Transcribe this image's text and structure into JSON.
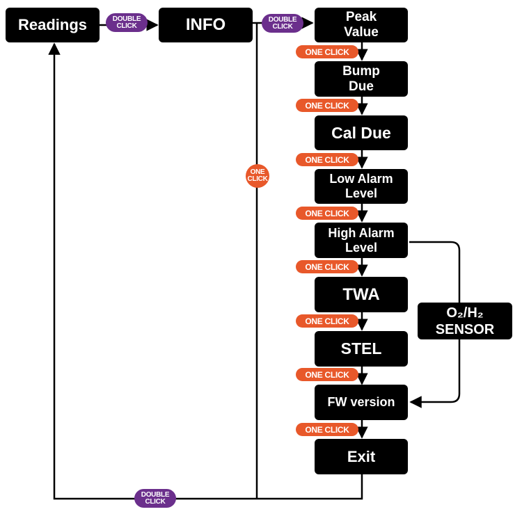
{
  "nodes": {
    "readings": "Readings",
    "info": "INFO",
    "peak": "Peak\nValue",
    "bump": "Bump\nDue",
    "cal": "Cal Due",
    "low": "Low Alarm\nLevel",
    "high": "High Alarm\nLevel",
    "twa": "TWA",
    "stel": "STEL",
    "fw": "FW version",
    "exit": "Exit",
    "sensor": "O₂/H₂\nSENSOR"
  },
  "labels": {
    "double_click": "DOUBLE\nCLICK",
    "one_click": "ONE CLICK",
    "one_click_stacked": "ONE\nCLICK"
  },
  "colors": {
    "box": "#000000",
    "one_click": "#e8582a",
    "double_click": "#6b2f8c"
  }
}
